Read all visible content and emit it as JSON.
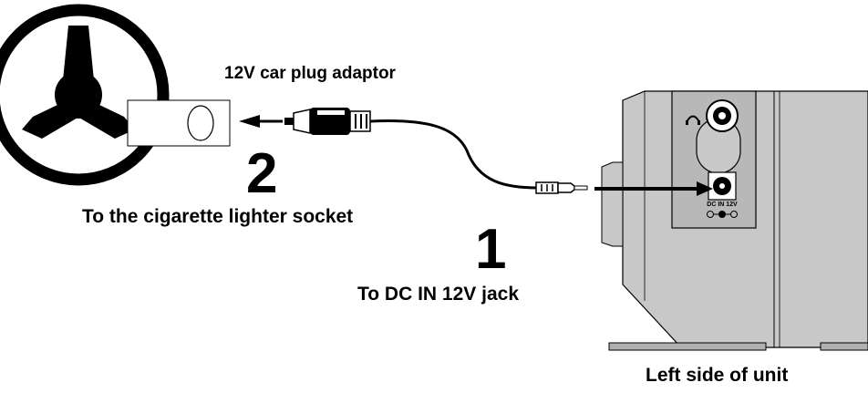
{
  "labels": {
    "adaptor": "12V car plug adaptor",
    "step2_number": "2",
    "step2_text": "To the cigarette lighter socket",
    "step1_number": "1",
    "step1_text": "To DC IN 12V jack",
    "unit_side": "Left side of unit",
    "jack_label": "DC IN 12V"
  },
  "icons": {
    "steering_wheel": "steering-wheel-icon",
    "cigarette_socket": "cigarette-socket-icon",
    "car_plug": "car-plug-icon",
    "dc_plug": "dc-plug-icon",
    "headphone_symbol": "headphone-icon",
    "polarity_symbol": "polarity-icon"
  }
}
